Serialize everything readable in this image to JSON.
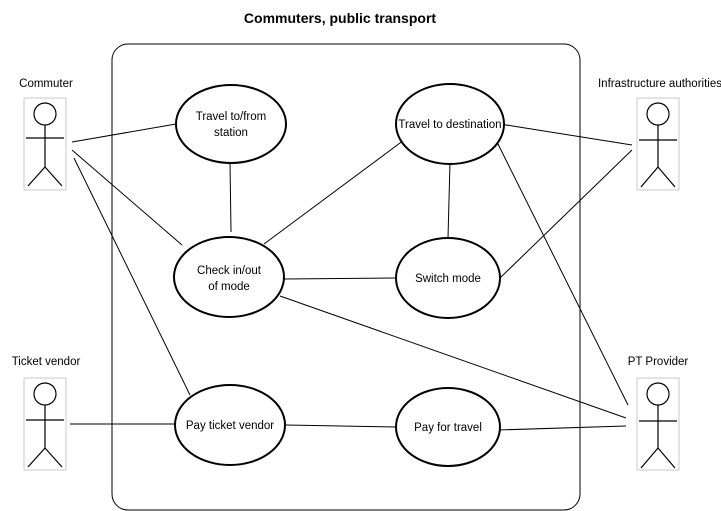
{
  "title": "Commuters, public transport",
  "actors": [
    {
      "id": "commuter",
      "label": "Commuter"
    },
    {
      "id": "ticket_vendor",
      "label": "Ticket vendor"
    },
    {
      "id": "infra",
      "label": "Infrastructure authorities"
    },
    {
      "id": "pt_provider",
      "label": "PT Provider"
    }
  ],
  "use_cases": [
    {
      "id": "travel_station",
      "lines": [
        "Travel to/from",
        "station"
      ]
    },
    {
      "id": "travel_dest",
      "lines": [
        "Travel to destination"
      ]
    },
    {
      "id": "check_inout",
      "lines": [
        "Check in/out",
        "of mode"
      ]
    },
    {
      "id": "switch_mode",
      "lines": [
        "Switch mode"
      ]
    },
    {
      "id": "pay_vendor",
      "lines": [
        "Pay ticket vendor"
      ]
    },
    {
      "id": "pay_travel",
      "lines": [
        "Pay for travel"
      ]
    }
  ]
}
